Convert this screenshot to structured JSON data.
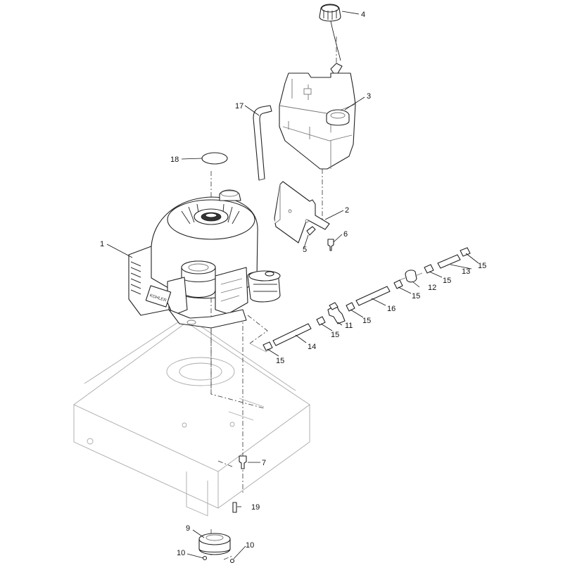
{
  "diagram": {
    "callouts": {
      "c1": "1",
      "c2": "2",
      "c3": "3",
      "c4": "4",
      "c5": "5",
      "c6": "6",
      "c7": "7",
      "c9": "9",
      "c10a": "10",
      "c10b": "10",
      "c11": "11",
      "c12": "12",
      "c13": "13",
      "c14": "14",
      "c15a": "15",
      "c15b": "15",
      "c15c": "15",
      "c15d": "15",
      "c15e": "15",
      "c15f": "15",
      "c16": "16",
      "c17": "17",
      "c18": "18",
      "c19": "19"
    },
    "engine_badge": "KOHLER"
  }
}
